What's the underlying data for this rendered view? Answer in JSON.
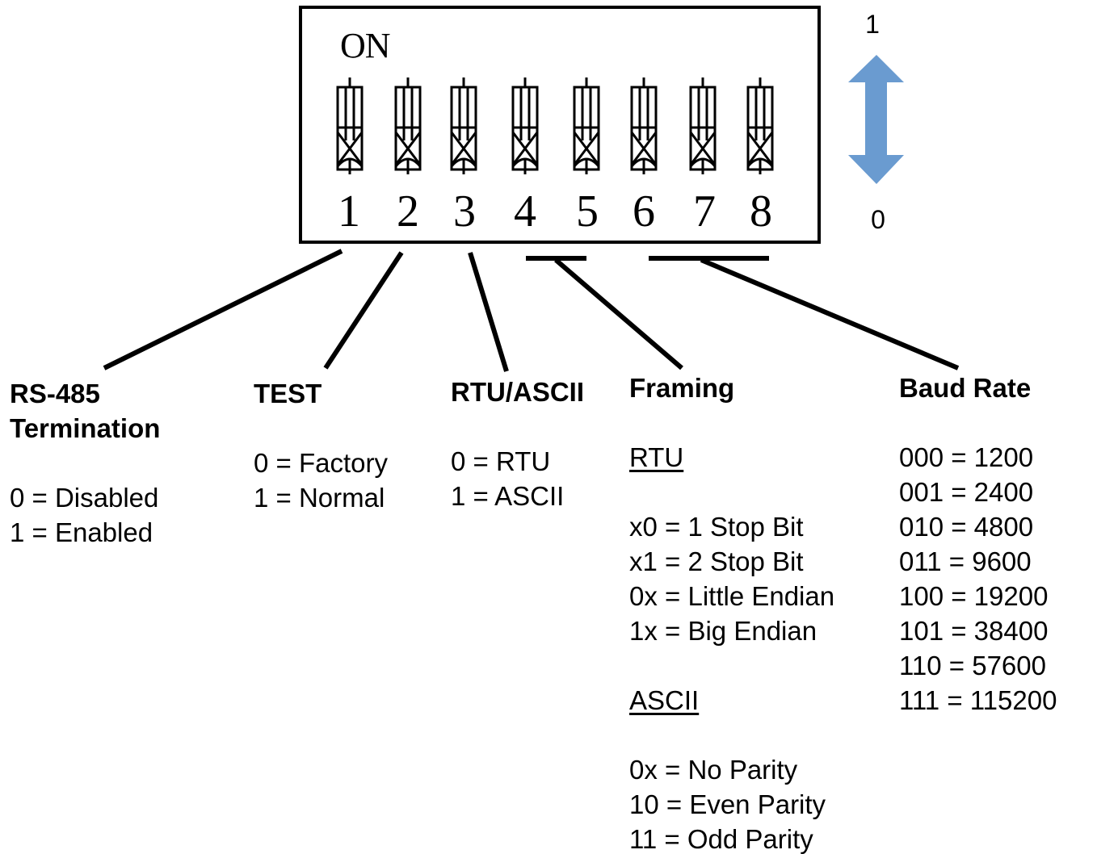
{
  "dip_switch": {
    "on_label": "ON",
    "switch_numbers": [
      "1",
      "2",
      "3",
      "4",
      "5",
      "6",
      "7",
      "8"
    ]
  },
  "direction_arrow": {
    "top_label": "1",
    "bottom_label": "0",
    "color": "#6a9bd0",
    "icon": "double-headed-vertical-arrow-icon"
  },
  "sections": {
    "rs485": {
      "title_line1": "RS-485",
      "title_line2": "Termination",
      "options": [
        "0 = Disabled",
        "1 = Enabled"
      ]
    },
    "test": {
      "title": "TEST",
      "options": [
        "0 = Factory",
        "1 = Normal"
      ]
    },
    "rtu_ascii": {
      "title": "RTU/ASCII",
      "options": [
        "0 = RTU",
        "1 = ASCII"
      ]
    },
    "framing": {
      "title": "Framing",
      "rtu_heading": "RTU",
      "rtu_options": [
        "x0 = 1 Stop Bit",
        "x1 = 2 Stop Bit",
        "0x = Little Endian",
        "1x = Big Endian"
      ],
      "ascii_heading": "ASCII",
      "ascii_options": [
        "0x = No Parity",
        "10 = Even Parity",
        "11 = Odd Parity"
      ]
    },
    "baud_rate": {
      "title": "Baud Rate",
      "options": [
        "000 = 1200",
        "001 = 2400",
        "010 = 4800",
        "011 = 9600",
        "100 = 19200",
        "101 = 38400",
        "110 = 57600",
        "111 = 115200"
      ]
    }
  }
}
